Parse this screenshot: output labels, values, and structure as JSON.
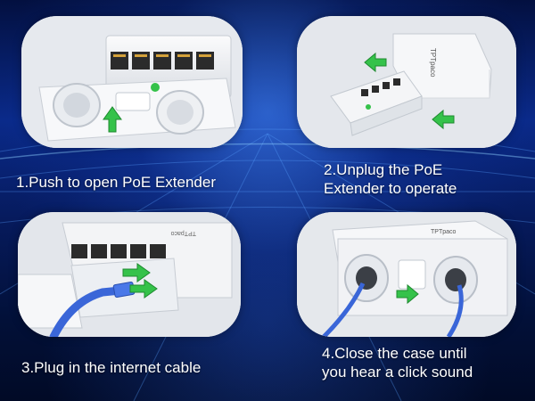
{
  "steps": [
    {
      "caption_lines": [
        "1.Push to open PoE Extender"
      ]
    },
    {
      "caption_lines": [
        "2.Unplug the PoE",
        "Extender to operate"
      ]
    },
    {
      "caption_lines": [
        "3.Plug in the internet cable"
      ]
    },
    {
      "caption_lines": [
        "4.Close the case until",
        "you hear a click sound"
      ]
    }
  ],
  "product": {
    "brand_mark": "TPTpaco"
  },
  "colors": {
    "background": "#0a2a8a",
    "caption_text": "#ffffff",
    "arrow_green": "#35c24a",
    "device_white": "#f4f5f7",
    "cable_blue": "#3a66d8"
  },
  "icons": [
    "arrow-up-icon",
    "arrow-right-icon",
    "arrow-left-icon",
    "ethernet-port-icon",
    "led-indicator-icon"
  ]
}
